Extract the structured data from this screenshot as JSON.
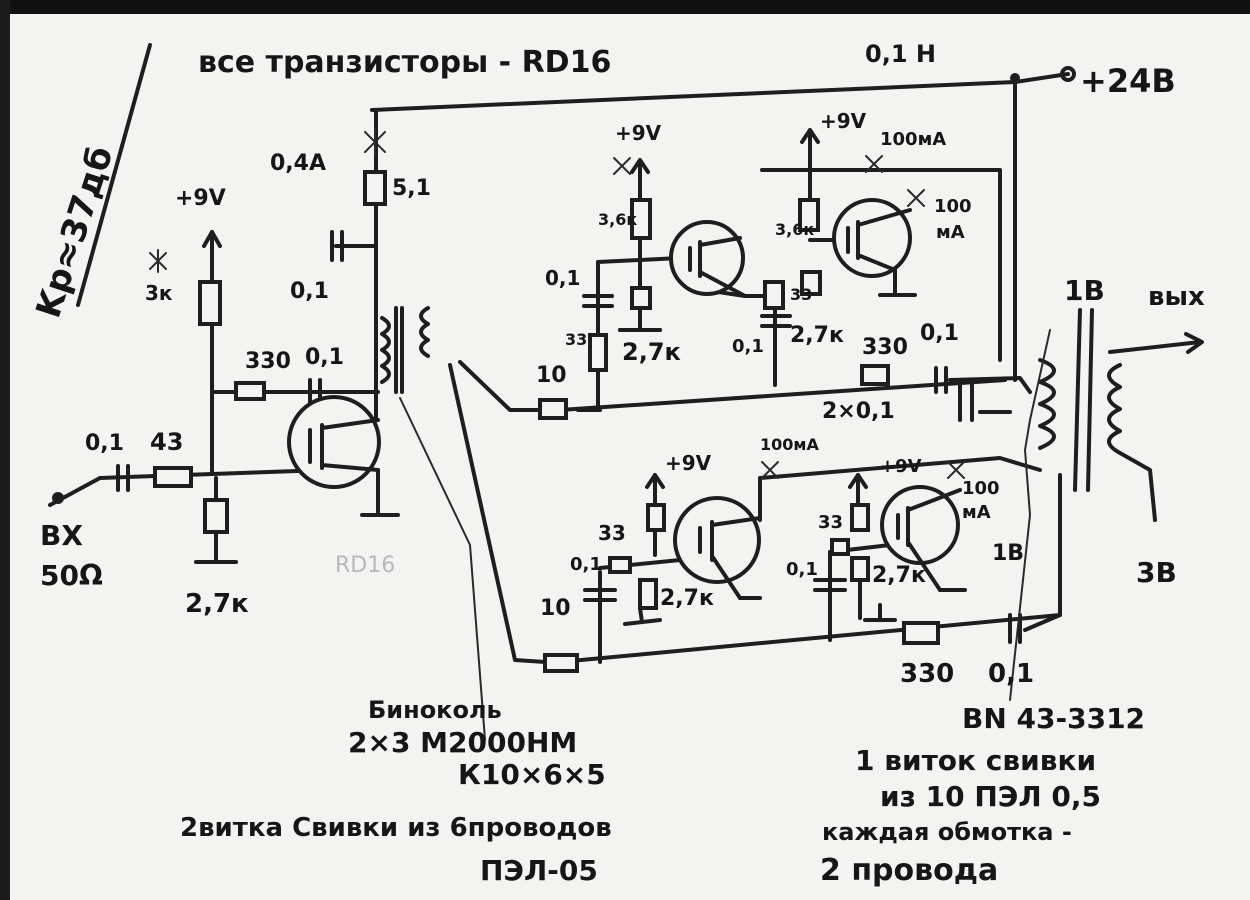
{
  "texts": {
    "kp": "Kp≈37дб",
    "title": "все транзисторы - RD16",
    "cap_top": "0,1 Н",
    "supply": "+24В",
    "i_04": "0,4А",
    "r51": "5,1",
    "c01_a": "0,1",
    "p9_a": "+9V",
    "r3k_a": "3к",
    "r330_a": "330",
    "c01_b": "0,1",
    "c01_in": "0,1",
    "r43": "43",
    "vx": "ВХ",
    "ohm50": "50Ω",
    "r27_a": "2,7к",
    "rd16_faint": "RD16",
    "p9_b": "+9V",
    "r36_a": "3,6к",
    "c01_c": "0,1",
    "r33_a": "33",
    "r27_b": "2,7к",
    "c10_a": "10",
    "p9_c": "+9V",
    "i100_a": "100мА",
    "r36_b": "3,6к",
    "r33_b": "33",
    "c01_d": "0,1",
    "r27_c": "2,7к",
    "i100_b": "100",
    "ma_b": "мА",
    "r330_b": "330",
    "c01_e": "0,1",
    "c2x01": "2×0,1",
    "v1_a": "1В",
    "out": "вых",
    "p9_d": "+9V",
    "i100_c": "100мА",
    "c01_f": "0,1",
    "r33_c": "33",
    "c10_b": "10",
    "r27_d": "2,7к",
    "p9_e": "+9V",
    "r33_d": "33",
    "c01_g": "0,1",
    "r27_e": "2,7к",
    "i100_d": "100",
    "ma_d": "мА",
    "v1_b": "1В",
    "v3": "3В",
    "r330_c": "330",
    "c01_h": "0,1",
    "note1_a": "Биноколь",
    "note1_b": "2×3 М2000НМ",
    "note1_c": "К10×6×5",
    "note1_d": "2витка Свивки из 6проводов",
    "note1_e": "ПЭЛ-05",
    "note2_a": "BN 43-3312",
    "note2_b": "1 виток свивки",
    "note2_c": "из 10 ПЭЛ 0,5",
    "note2_d": "каждая обмотка -",
    "note2_e": "2 провода"
  }
}
